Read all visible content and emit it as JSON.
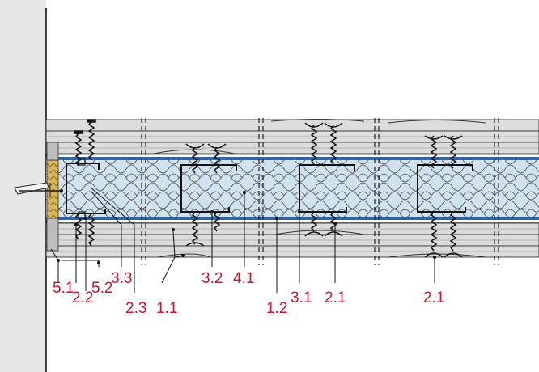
{
  "colors": {
    "wall": "#e6e6e6",
    "board": "#dcdcdc",
    "board_edge": "#333333",
    "insulation": "#cfe2ee",
    "blue_line": "#2e63a8",
    "callout_text": "#d1122b",
    "wood_strip": "#d8b45a"
  },
  "callouts": {
    "c_5_1": "5.1",
    "c_2_2": "2.2",
    "c_5_2": "5.2",
    "c_3_3": "3.3",
    "c_2_3": "2.3",
    "c_1_1": "1.1",
    "c_3_2": "3.2",
    "c_4_1": "4.1",
    "c_1_2": "1.2",
    "c_3_1": "3.1",
    "c_2_1a": "2.1",
    "c_2_1b": "2.1"
  }
}
